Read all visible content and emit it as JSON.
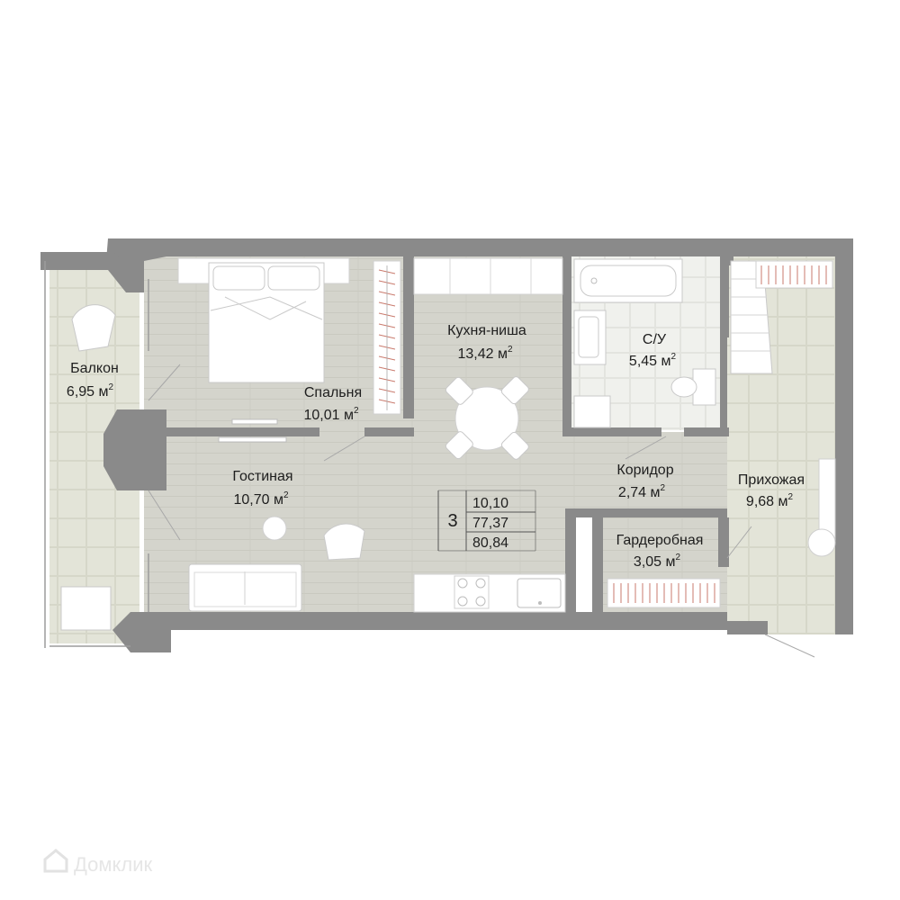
{
  "rooms": {
    "balcony": {
      "name": "Балкон",
      "area": "6,95 м",
      "unit_sup": "2"
    },
    "bedroom": {
      "name": "Спальня",
      "area": "10,01 м",
      "unit_sup": "2"
    },
    "living": {
      "name": "Гостиная",
      "area": "10,70 м",
      "unit_sup": "2"
    },
    "kitchen": {
      "name": "Кухня-ниша",
      "area": "13,42 м",
      "unit_sup": "2"
    },
    "bath": {
      "name": "С/У",
      "area": "5,45 м",
      "unit_sup": "2"
    },
    "corridor": {
      "name": "Коридор",
      "area": "2,74 м",
      "unit_sup": "2"
    },
    "hall": {
      "name": "Прихожая",
      "area": "9,68 м",
      "unit_sup": "2"
    },
    "wardrobe": {
      "name": "Гардеробная",
      "area": "3,05 м",
      "unit_sup": "2"
    }
  },
  "summary": {
    "rooms_count": "3",
    "living_area": "10,10",
    "total_area": "77,37",
    "total_area_with_balcony": "80,84"
  },
  "watermark": "Домклик",
  "colors": {
    "wall": "#8a8a8a",
    "wood_floor": "#d3d3cb",
    "tile_floor": "#e2e3d6",
    "bath_floor": "#eff0ec"
  }
}
